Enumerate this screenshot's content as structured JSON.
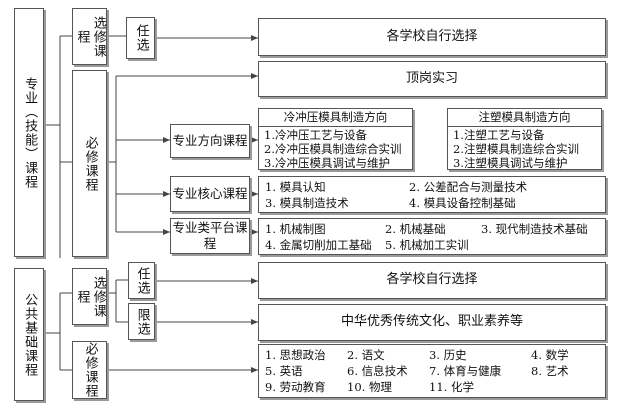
{
  "categories": {
    "professional": "专业（技能）课程",
    "public": "公共基础课程"
  },
  "professional": {
    "elective": {
      "label": "选修课程",
      "optional": "任选",
      "content": "各学校自行选择"
    },
    "required": {
      "label": "必修课程",
      "internship": "顶岗实习",
      "direction": {
        "label": "专业方向课程",
        "stamping": {
          "title": "冷冲压模具制造方向",
          "items": [
            "1.冷冲压工艺与设备",
            "2.冷冲压模具制造综合实训",
            "3.冷冲压模具调试与维护"
          ]
        },
        "injection": {
          "title": "注塑模具制造方向",
          "items": [
            "1.注塑工艺与设备",
            "2.注塑模具制造综合实训",
            "3.注塑模具调试与维护"
          ]
        }
      },
      "core": {
        "label": "专业核心课程",
        "items": [
          "1. 模具认知",
          "2. 公差配合与测量技术",
          "3. 模具制造技术",
          "4. 模具设备控制基础"
        ]
      },
      "platform": {
        "label": "专业类平台课程",
        "items": [
          "1. 机械制图",
          "2. 机械基础",
          "3. 现代制造技术基础",
          "4. 金属切削加工基础",
          "5. 机械加工实训"
        ]
      }
    }
  },
  "public": {
    "elective": {
      "label": "选修课程",
      "optional": "任选",
      "optional_content": "各学校自行选择",
      "limited": "限选",
      "limited_content": "中华优秀传统文化、职业素养等"
    },
    "required": {
      "label": "必修课程",
      "items": [
        "1. 思想政治",
        "2. 语文",
        "3. 历史",
        "4. 数学",
        "5. 英语",
        "6. 信息技术",
        "7. 体育与健康",
        "8. 艺术",
        "9. 劳动教育",
        "10. 物理",
        "11. 化学"
      ]
    }
  }
}
